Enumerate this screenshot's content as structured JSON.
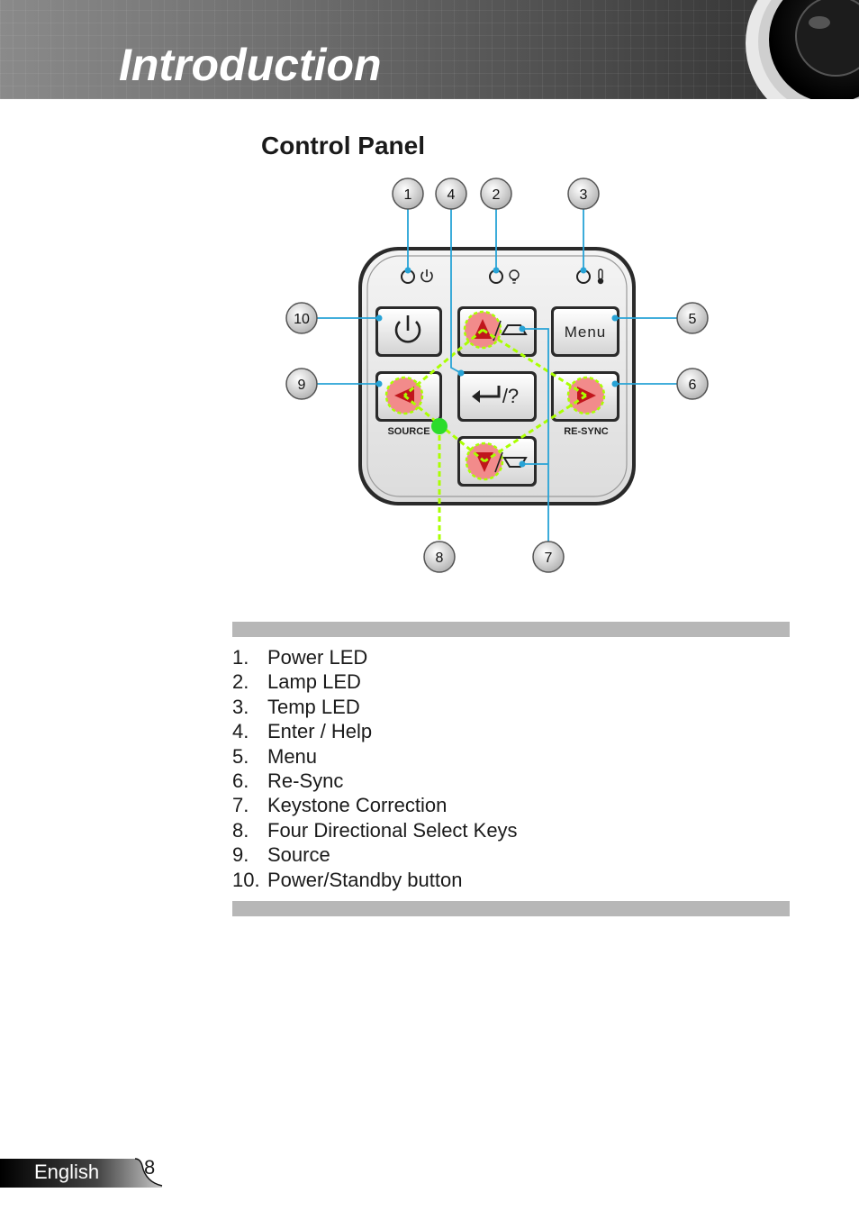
{
  "header": {
    "title": "Introduction"
  },
  "section": {
    "title": "Control Panel"
  },
  "diagram": {
    "callouts": [
      "1",
      "2",
      "3",
      "4",
      "5",
      "6",
      "7",
      "8",
      "9",
      "10"
    ],
    "buttons": {
      "menu_label": "Menu",
      "enter_label": "/?",
      "source_label": "SOURCE",
      "resync_label": "RE-SYNC"
    }
  },
  "legend": {
    "items": [
      {
        "num": "1.",
        "text": "Power LED"
      },
      {
        "num": "2.",
        "text": "Lamp LED"
      },
      {
        "num": "3.",
        "text": "Temp LED"
      },
      {
        "num": "4.",
        "text": "Enter / Help"
      },
      {
        "num": "5.",
        "text": "Menu"
      },
      {
        "num": "6.",
        "text": "Re-Sync"
      },
      {
        "num": "7.",
        "text": "Keystone Correction"
      },
      {
        "num": "8.",
        "text": "Four Directional Select Keys"
      },
      {
        "num": "9.",
        "text": "Source"
      },
      {
        "num": "10.",
        "text": "Power/Standby button"
      }
    ]
  },
  "footer": {
    "language": "English",
    "page": "8"
  }
}
